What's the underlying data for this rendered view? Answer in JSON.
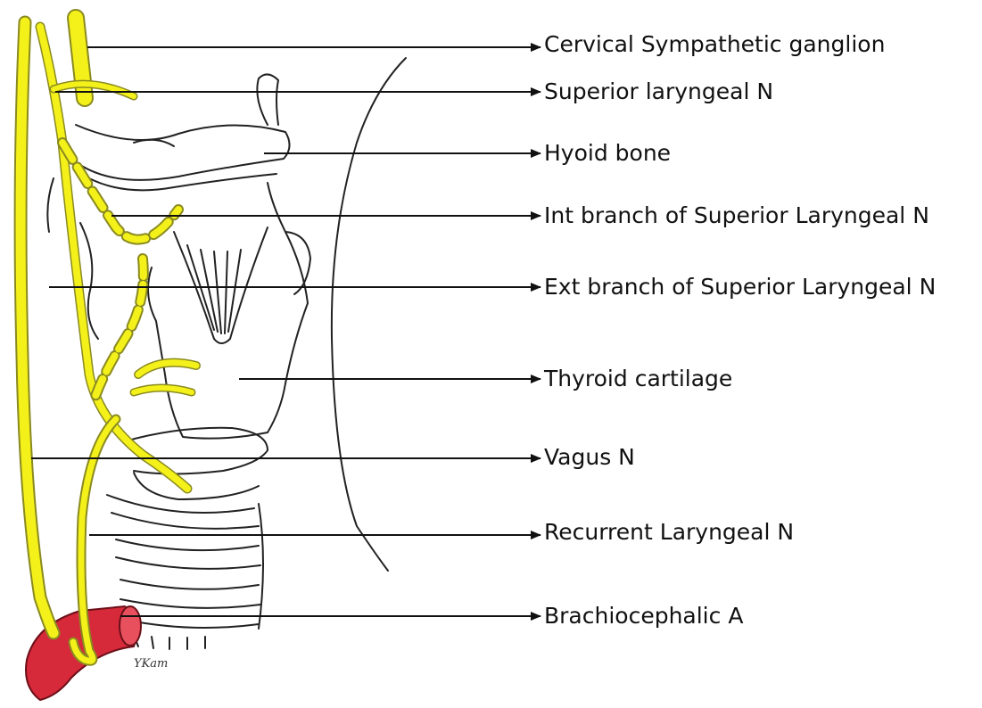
{
  "labels": {
    "cervical_sympathetic_ganglion": "Cervical Sympathetic ganglion",
    "superior_laryngeal_n": "Superior laryngeal N",
    "hyoid_bone": "Hyoid bone",
    "int_branch": "Int branch of Superior Laryngeal N",
    "ext_branch": "Ext branch of Superior Laryngeal N",
    "thyroid_cartilage": "Thyroid cartilage",
    "vagus_n": "Vagus N",
    "recurrent_laryngeal_n": "Recurrent Laryngeal N",
    "brachiocephalic_a": "Brachiocephalic A"
  },
  "signature": "YKam",
  "colors": {
    "nerve": "#f4f11a",
    "nerve_outline": "#8a8a20",
    "artery": "#d6293a",
    "outline": "#222222"
  }
}
